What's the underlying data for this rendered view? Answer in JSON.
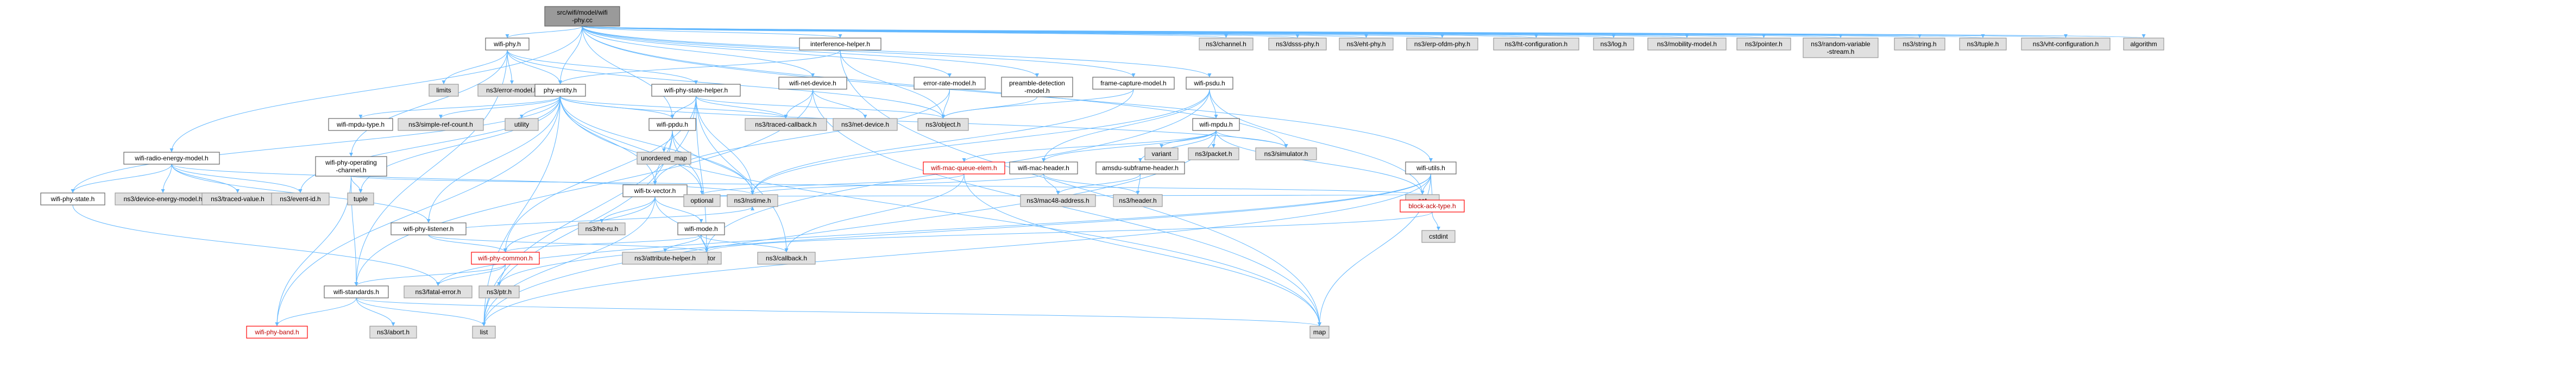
{
  "colors": {
    "edge": "#63b8ff",
    "node_border": "#666666",
    "root_fill": "#9a9a9a",
    "system_fill": "#e0e0e0",
    "missing_border": "#ff0000"
  },
  "nodes": [
    {
      "id": "root",
      "label": [
        "src/wifi/model/wifi",
        "-phy.cc"
      ],
      "kind": "root"
    },
    {
      "id": "wifi-phy-h",
      "label": [
        "wifi-phy.h"
      ],
      "kind": "file"
    },
    {
      "id": "interference-helper-h",
      "label": [
        "interference-helper.h"
      ],
      "kind": "file"
    },
    {
      "id": "wifi-net-device-h",
      "label": [
        "wifi-net-device.h"
      ],
      "kind": "file"
    },
    {
      "id": "error-rate-model-h",
      "label": [
        "error-rate-model.h"
      ],
      "kind": "file"
    },
    {
      "id": "preamble-detection-model-h",
      "label": [
        "preamble-detection",
        "-model.h"
      ],
      "kind": "file"
    },
    {
      "id": "frame-capture-model-h",
      "label": [
        "frame-capture-model.h"
      ],
      "kind": "file"
    },
    {
      "id": "wifi-psdu-h",
      "label": [
        "wifi-psdu.h"
      ],
      "kind": "file"
    },
    {
      "id": "ns3-channel-h",
      "label": [
        "ns3/channel.h"
      ],
      "kind": "sys"
    },
    {
      "id": "ns3-dsss-phy-h",
      "label": [
        "ns3/dsss-phy.h"
      ],
      "kind": "sys"
    },
    {
      "id": "ns3-eht-phy-h",
      "label": [
        "ns3/eht-phy.h"
      ],
      "kind": "sys"
    },
    {
      "id": "ns3-erp-ofdm-phy-h",
      "label": [
        "ns3/erp-ofdm-phy.h"
      ],
      "kind": "sys"
    },
    {
      "id": "ns3-ht-configuration-h",
      "label": [
        "ns3/ht-configuration.h"
      ],
      "kind": "sys"
    },
    {
      "id": "ns3-log-h",
      "label": [
        "ns3/log.h"
      ],
      "kind": "sys"
    },
    {
      "id": "ns3-mobility-model-h",
      "label": [
        "ns3/mobility-model.h"
      ],
      "kind": "sys"
    },
    {
      "id": "ns3-pointer-h",
      "label": [
        "ns3/pointer.h"
      ],
      "kind": "sys"
    },
    {
      "id": "ns3-random-variable-stream-h",
      "label": [
        "ns3/random-variable",
        "-stream.h"
      ],
      "kind": "sys"
    },
    {
      "id": "ns3-string-h",
      "label": [
        "ns3/string.h"
      ],
      "kind": "sys"
    },
    {
      "id": "ns3-tuple-h",
      "label": [
        "ns3/tuple.h"
      ],
      "kind": "sys"
    },
    {
      "id": "ns3-vht-configuration-h",
      "label": [
        "ns3/vht-configuration.h"
      ],
      "kind": "sys"
    },
    {
      "id": "algorithm",
      "label": [
        "algorithm"
      ],
      "kind": "sys"
    },
    {
      "id": "limits",
      "label": [
        "limits"
      ],
      "kind": "sys"
    },
    {
      "id": "ns3-error-model-h",
      "label": [
        "ns3/error-model.h"
      ],
      "kind": "sys"
    },
    {
      "id": "phy-entity-h",
      "label": [
        "phy-entity.h"
      ],
      "kind": "file"
    },
    {
      "id": "wifi-phy-state-helper-h",
      "label": [
        "wifi-phy-state-helper.h"
      ],
      "kind": "file"
    },
    {
      "id": "ns3-traced-callback-h",
      "label": [
        "ns3/traced-callback.h"
      ],
      "kind": "sys"
    },
    {
      "id": "ns3-net-device-h",
      "label": [
        "ns3/net-device.h"
      ],
      "kind": "sys"
    },
    {
      "id": "ns3-object-h",
      "label": [
        "ns3/object.h"
      ],
      "kind": "sys"
    },
    {
      "id": "wifi-mpdu-h",
      "label": [
        "wifi-mpdu.h"
      ],
      "kind": "file"
    },
    {
      "id": "wifi-mpdu-type-h",
      "label": [
        "wifi-mpdu-type.h"
      ],
      "kind": "file"
    },
    {
      "id": "ns3-simple-ref-count-h",
      "label": [
        "ns3/simple-ref-count.h"
      ],
      "kind": "sys"
    },
    {
      "id": "utility",
      "label": [
        "utility"
      ],
      "kind": "sys"
    },
    {
      "id": "wifi-ppdu-h",
      "label": [
        "wifi-ppdu.h"
      ],
      "kind": "file"
    },
    {
      "id": "variant",
      "label": [
        "variant"
      ],
      "kind": "sys"
    },
    {
      "id": "ns3-packet-h",
      "label": [
        "ns3/packet.h"
      ],
      "kind": "sys"
    },
    {
      "id": "ns3-simulator-h",
      "label": [
        "ns3/simulator.h"
      ],
      "kind": "sys"
    },
    {
      "id": "wifi-radio-energy-model-h",
      "label": [
        "wifi-radio-energy-model.h"
      ],
      "kind": "file"
    },
    {
      "id": "wifi-phy-operating-channel-h",
      "label": [
        "wifi-phy-operating",
        "-channel.h"
      ],
      "kind": "file"
    },
    {
      "id": "unordered-map",
      "label": [
        "unordered_map"
      ],
      "kind": "sys"
    },
    {
      "id": "wifi-tx-vector-h",
      "label": [
        "wifi-tx-vector.h"
      ],
      "kind": "file"
    },
    {
      "id": "wifi-mac-queue-elem-h",
      "label": [
        "wifi-mac-queue-elem.h"
      ],
      "kind": "red"
    },
    {
      "id": "wifi-mac-header-h",
      "label": [
        "wifi-mac-header.h"
      ],
      "kind": "file"
    },
    {
      "id": "amsdu-subframe-header-h",
      "label": [
        "amsdu-subframe-header.h"
      ],
      "kind": "file"
    },
    {
      "id": "wifi-utils-h",
      "label": [
        "wifi-utils.h"
      ],
      "kind": "file"
    },
    {
      "id": "wifi-phy-state-h",
      "label": [
        "wifi-phy-state.h"
      ],
      "kind": "file"
    },
    {
      "id": "ns3-device-energy-model-h",
      "label": [
        "ns3/device-energy-model.h"
      ],
      "kind": "sys"
    },
    {
      "id": "ns3-traced-value-h",
      "label": [
        "ns3/traced-value.h"
      ],
      "kind": "sys"
    },
    {
      "id": "ns3-event-id-h",
      "label": [
        "ns3/event-id.h"
      ],
      "kind": "sys"
    },
    {
      "id": "tuple",
      "label": [
        "tuple"
      ],
      "kind": "sys"
    },
    {
      "id": "wifi-phy-listener-h",
      "label": [
        "wifi-phy-listener.h"
      ],
      "kind": "file"
    },
    {
      "id": "ns3-he-ru-h",
      "label": [
        "ns3/he-ru.h"
      ],
      "kind": "sys"
    },
    {
      "id": "optional",
      "label": [
        "optional"
      ],
      "kind": "sys"
    },
    {
      "id": "ns3-nstime-h",
      "label": [
        "ns3/nstime.h"
      ],
      "kind": "sys"
    },
    {
      "id": "set",
      "label": [
        "set"
      ],
      "kind": "sys"
    },
    {
      "id": "ns3-mac48-address-h",
      "label": [
        "ns3/mac48-address.h"
      ],
      "kind": "sys"
    },
    {
      "id": "ns3-header-h",
      "label": [
        "ns3/header.h"
      ],
      "kind": "sys"
    },
    {
      "id": "block-ack-type-h",
      "label": [
        "block-ack-type.h"
      ],
      "kind": "red"
    },
    {
      "id": "wifi-mode-h",
      "label": [
        "wifi-mode.h"
      ],
      "kind": "file"
    },
    {
      "id": "vector",
      "label": [
        "vector"
      ],
      "kind": "sys"
    },
    {
      "id": "ns3-attribute-helper-h",
      "label": [
        "ns3/attribute-helper.h"
      ],
      "kind": "sys"
    },
    {
      "id": "ns3-callback-h",
      "label": [
        "ns3/callback.h"
      ],
      "kind": "sys"
    },
    {
      "id": "cstdint",
      "label": [
        "cstdint"
      ],
      "kind": "sys"
    },
    {
      "id": "wifi-phy-common-h",
      "label": [
        "wifi-phy-common.h"
      ],
      "kind": "red"
    },
    {
      "id": "wifi-standards-h",
      "label": [
        "wifi-standards.h"
      ],
      "kind": "file"
    },
    {
      "id": "ns3-fatal-error-h",
      "label": [
        "ns3/fatal-error.h"
      ],
      "kind": "sys"
    },
    {
      "id": "ns3-ptr-h",
      "label": [
        "ns3/ptr.h"
      ],
      "kind": "sys"
    },
    {
      "id": "wifi-phy-band-h",
      "label": [
        "wifi-phy-band.h"
      ],
      "kind": "red"
    },
    {
      "id": "ns3-abort-h",
      "label": [
        "ns3/abort.h"
      ],
      "kind": "sys"
    },
    {
      "id": "list",
      "label": [
        "list"
      ],
      "kind": "sys"
    },
    {
      "id": "map",
      "label": [
        "map"
      ],
      "kind": "sys"
    }
  ],
  "edges": [
    [
      "root",
      "wifi-phy-h"
    ],
    [
      "root",
      "interference-helper-h"
    ],
    [
      "root",
      "wifi-net-device-h"
    ],
    [
      "root",
      "error-rate-model-h"
    ],
    [
      "root",
      "preamble-detection-model-h"
    ],
    [
      "root",
      "frame-capture-model-h"
    ],
    [
      "root",
      "wifi-psdu-h"
    ],
    [
      "root",
      "wifi-radio-energy-model-h"
    ],
    [
      "root",
      "wifi-utils-h"
    ],
    [
      "root",
      "ns3-simulator-h"
    ],
    [
      "root",
      "ns3-channel-h"
    ],
    [
      "root",
      "ns3-dsss-phy-h"
    ],
    [
      "root",
      "ns3-eht-phy-h"
    ],
    [
      "root",
      "ns3-erp-ofdm-phy-h"
    ],
    [
      "root",
      "ns3-ht-configuration-h"
    ],
    [
      "root",
      "ns3-log-h"
    ],
    [
      "root",
      "ns3-mobility-model-h"
    ],
    [
      "root",
      "ns3-pointer-h"
    ],
    [
      "root",
      "ns3-random-variable-stream-h"
    ],
    [
      "root",
      "ns3-string-h"
    ],
    [
      "root",
      "ns3-tuple-h"
    ],
    [
      "root",
      "ns3-vht-configuration-h"
    ],
    [
      "root",
      "algorithm"
    ],
    [
      "root",
      "wifi-ppdu-h"
    ],
    [
      "root",
      "phy-entity-h"
    ],
    [
      "wifi-phy-h",
      "phy-entity-h"
    ],
    [
      "wifi-phy-h",
      "wifi-phy-state-helper-h"
    ],
    [
      "wifi-phy-h",
      "limits"
    ],
    [
      "wifi-phy-h",
      "ns3-error-model-h"
    ],
    [
      "wifi-phy-h",
      "wifi-phy-operating-channel-h"
    ],
    [
      "wifi-phy-h",
      "wifi-standards-h"
    ],
    [
      "wifi-phy-h",
      "ns3-object-h"
    ],
    [
      "interference-helper-h",
      "phy-entity-h"
    ],
    [
      "interference-helper-h",
      "ns3-object-h"
    ],
    [
      "interference-helper-h",
      "map"
    ],
    [
      "wifi-net-device-h",
      "ns3-net-device-h"
    ],
    [
      "wifi-net-device-h",
      "ns3-traced-callback-h"
    ],
    [
      "wifi-net-device-h",
      "wifi-standards-h"
    ],
    [
      "wifi-net-device-h",
      "map"
    ],
    [
      "error-rate-model-h",
      "ns3-object-h"
    ],
    [
      "error-rate-model-h",
      "wifi-tx-vector-h"
    ],
    [
      "preamble-detection-model-h",
      "ns3-object-h"
    ],
    [
      "frame-capture-model-h",
      "ns3-object-h"
    ],
    [
      "frame-capture-model-h",
      "ns3-nstime-h"
    ],
    [
      "wifi-psdu-h",
      "wifi-mpdu-h"
    ],
    [
      "wifi-psdu-h",
      "wifi-mac-header-h"
    ],
    [
      "wifi-psdu-h",
      "ns3-nstime-h"
    ],
    [
      "wifi-psdu-h",
      "set"
    ],
    [
      "wifi-psdu-h",
      "vector"
    ],
    [
      "phy-entity-h",
      "wifi-mpdu-type-h"
    ],
    [
      "phy-entity-h",
      "ns3-simple-ref-count-h"
    ],
    [
      "phy-entity-h",
      "utility"
    ],
    [
      "phy-entity-h",
      "wifi-ppdu-h"
    ],
    [
      "phy-entity-h",
      "ns3-traced-callback-h"
    ],
    [
      "phy-entity-h",
      "ns3-nstime-h"
    ],
    [
      "phy-entity-h",
      "optional"
    ],
    [
      "phy-entity-h",
      "list"
    ],
    [
      "phy-entity-h",
      "map"
    ],
    [
      "phy-entity-h",
      "wifi-tx-vector-h"
    ],
    [
      "phy-entity-h",
      "wifi-phy-listener-h"
    ],
    [
      "phy-entity-h",
      "wifi-phy-state-h"
    ],
    [
      "phy-entity-h",
      "ns3-event-id-h"
    ],
    [
      "phy-entity-h",
      "wifi-phy-band-h"
    ],
    [
      "phy-entity-h",
      "tuple"
    ],
    [
      "phy-entity-h",
      "ns3-simulator-h"
    ],
    [
      "wifi-phy-state-helper-h",
      "wifi-ppdu-h"
    ],
    [
      "wifi-phy-state-helper-h",
      "ns3-traced-callback-h"
    ],
    [
      "wifi-phy-state-helper-h",
      "ns3-object-h"
    ],
    [
      "wifi-phy-state-helper-h",
      "ns3-nstime-h"
    ],
    [
      "wifi-phy-state-helper-h",
      "wifi-phy-common-h"
    ],
    [
      "wifi-phy-state-helper-h",
      "ns3-callback-h"
    ],
    [
      "wifi-phy-state-helper-h",
      "list"
    ],
    [
      "wifi-phy-state-helper-h",
      "vector"
    ],
    [
      "wifi-mpdu-h",
      "ns3-packet-h"
    ],
    [
      "wifi-mpdu-h",
      "ns3-simulator-h"
    ],
    [
      "wifi-mpdu-h",
      "variant"
    ],
    [
      "wifi-mpdu-h",
      "wifi-mac-header-h"
    ],
    [
      "wifi-mpdu-h",
      "wifi-mac-queue-elem-h"
    ],
    [
      "wifi-mpdu-h",
      "amsdu-subframe-header-h"
    ],
    [
      "wifi-mpdu-h",
      "set"
    ],
    [
      "wifi-mpdu-h",
      "list"
    ],
    [
      "wifi-ppdu-h",
      "wifi-tx-vector-h"
    ],
    [
      "wifi-ppdu-h",
      "unordered-map"
    ],
    [
      "wifi-ppdu-h",
      "optional"
    ],
    [
      "wifi-ppdu-h",
      "ns3-nstime-h"
    ],
    [
      "wifi-ppdu-h",
      "list"
    ],
    [
      "wifi-radio-energy-model-h",
      "wifi-phy-state-h"
    ],
    [
      "wifi-radio-energy-model-h",
      "wifi-phy-listener-h"
    ],
    [
      "wifi-radio-energy-model-h",
      "ns3-device-energy-model-h"
    ],
    [
      "wifi-radio-energy-model-h",
      "ns3-traced-value-h"
    ],
    [
      "wifi-radio-energy-model-h",
      "ns3-event-id-h"
    ],
    [
      "wifi-radio-energy-model-h",
      "ns3-nstime-h"
    ],
    [
      "wifi-phy-operating-channel-h",
      "tuple"
    ],
    [
      "wifi-phy-operating-channel-h",
      "wifi-standards-h"
    ],
    [
      "wifi-phy-operating-channel-h",
      "wifi-phy-band-h"
    ],
    [
      "wifi-phy-operating-channel-h",
      "set"
    ],
    [
      "wifi-tx-vector-h",
      "wifi-mode-h"
    ],
    [
      "wifi-tx-vector-h",
      "ns3-he-ru-h"
    ],
    [
      "wifi-tx-vector-h",
      "optional"
    ],
    [
      "wifi-tx-vector-h",
      "ns3-nstime-h"
    ],
    [
      "wifi-tx-vector-h",
      "set"
    ],
    [
      "wifi-tx-vector-h",
      "vector"
    ],
    [
      "wifi-tx-vector-h",
      "wifi-phy-common-h"
    ],
    [
      "wifi-tx-vector-h",
      "list"
    ],
    [
      "wifi-mac-queue-elem-h",
      "ns3-callback-h"
    ],
    [
      "wifi-mac-queue-elem-h",
      "optional"
    ],
    [
      "wifi-mac-queue-elem-h",
      "map"
    ],
    [
      "wifi-mac-header-h",
      "ns3-mac48-address-h"
    ],
    [
      "wifi-mac-header-h",
      "ns3-header-h"
    ],
    [
      "wifi-mac-header-h",
      "ns3-nstime-h"
    ],
    [
      "amsdu-subframe-header-h",
      "ns3-header-h"
    ],
    [
      "amsdu-subframe-header-h",
      "ns3-mac48-address-h"
    ],
    [
      "wifi-utils-h",
      "block-ack-type-h"
    ],
    [
      "wifi-utils-h",
      "ns3-fatal-error-h"
    ],
    [
      "wifi-utils-h",
      "ns3-ptr-h"
    ],
    [
      "wifi-utils-h",
      "list"
    ],
    [
      "wifi-utils-h",
      "map"
    ],
    [
      "wifi-utils-h",
      "set"
    ],
    [
      "block-ack-type-h",
      "cstdint"
    ],
    [
      "block-ack-type-h",
      "vector"
    ],
    [
      "wifi-phy-listener-h",
      "ns3-nstime-h"
    ],
    [
      "wifi-phy-listener-h",
      "wifi-phy-common-h"
    ],
    [
      "wifi-phy-listener-h",
      "vector"
    ],
    [
      "wifi-phy-state-h",
      "ns3-fatal-error-h"
    ],
    [
      "wifi-mode-h",
      "wifi-phy-common-h"
    ],
    [
      "wifi-mode-h",
      "ns3-attribute-helper-h"
    ],
    [
      "wifi-mode-h",
      "ns3-callback-h"
    ],
    [
      "wifi-mode-h",
      "vector"
    ],
    [
      "wifi-phy-common-h",
      "wifi-standards-h"
    ],
    [
      "wifi-phy-common-h",
      "ns3-fatal-error-h"
    ],
    [
      "wifi-phy-common-h",
      "ns3-ptr-h"
    ],
    [
      "wifi-standards-h",
      "wifi-phy-band-h"
    ],
    [
      "wifi-standards-h",
      "ns3-abort-h"
    ],
    [
      "wifi-standards-h",
      "list"
    ],
    [
      "wifi-standards-h",
      "map"
    ]
  ]
}
